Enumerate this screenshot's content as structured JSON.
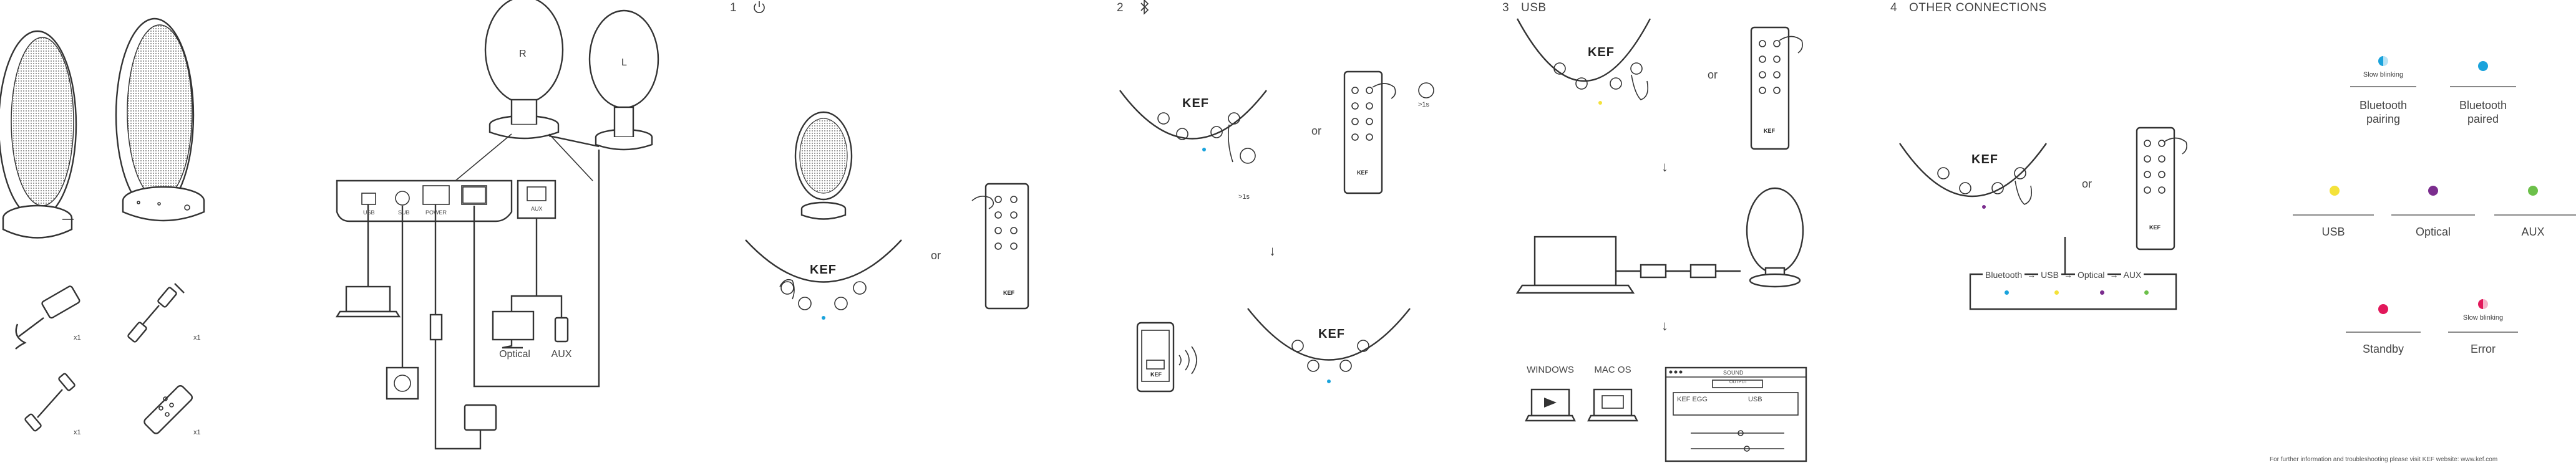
{
  "steps": {
    "s1": {
      "num": "1"
    },
    "s2": {
      "num": "2"
    },
    "s3": {
      "num": "3",
      "title": "USB"
    },
    "s4": {
      "num": "4",
      "title": "OTHER CONNECTIONS"
    }
  },
  "speakers": {
    "right": "R",
    "left": "L"
  },
  "ports": {
    "usb": "USB",
    "sub": "SUB",
    "power": "POWER",
    "aux": "AUX"
  },
  "sources": {
    "optical": "Optical",
    "aux": "AUX"
  },
  "accessories": {
    "qty1": "x1",
    "qty2": "x1",
    "qty3": "x1",
    "qty4": "x1"
  },
  "brand": "KEF",
  "or": "or",
  "hold": ">1s",
  "os": {
    "windows": "WINDOWS",
    "mac": "MAC OS"
  },
  "sound_dialog": {
    "title": "SOUND",
    "tab": "OUTPUT",
    "device": "KEF EGG",
    "type": "USB"
  },
  "chain": [
    "Bluetooth",
    "USB",
    "Optical",
    "AUX"
  ],
  "legend": {
    "slow_blinking_1": "Slow blinking",
    "bt_pairing": [
      "Bluetooth",
      "pairing"
    ],
    "bt_paired": [
      "Bluetooth",
      "paired"
    ],
    "usb": "USB",
    "optical": "Optical",
    "aux": "AUX",
    "standby": "Standby",
    "slow_blinking_2": "Slow blinking",
    "error": "Error"
  },
  "colors": {
    "blue": "#1aa3dc",
    "yellow": "#f4e23a",
    "purple": "#7b2d8e",
    "green": "#6cc04a",
    "red": "#e2185b"
  },
  "footer": "For further information and troubleshooting please visit KEF website: www.kef.com"
}
